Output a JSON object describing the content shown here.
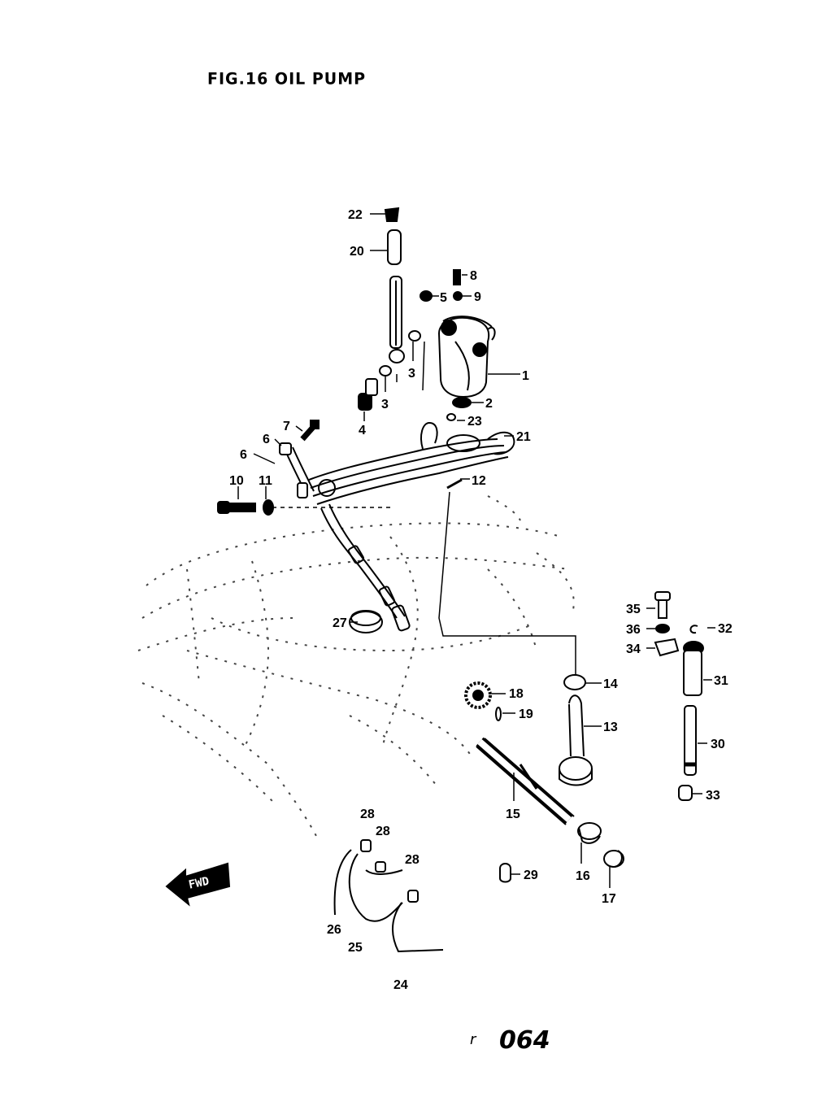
{
  "figure": {
    "title": "FIG.16  OIL PUMP",
    "page_number": "064",
    "page_mark": "r",
    "direction_label": "FWD"
  },
  "callouts": [
    {
      "id": "1",
      "text": "1"
    },
    {
      "id": "2",
      "text": "2"
    },
    {
      "id": "3a",
      "text": "3"
    },
    {
      "id": "3b",
      "text": "3"
    },
    {
      "id": "4",
      "text": "4"
    },
    {
      "id": "5",
      "text": "5"
    },
    {
      "id": "6a",
      "text": "6"
    },
    {
      "id": "6b",
      "text": "6"
    },
    {
      "id": "7",
      "text": "7"
    },
    {
      "id": "8",
      "text": "8"
    },
    {
      "id": "9",
      "text": "9"
    },
    {
      "id": "10",
      "text": "10"
    },
    {
      "id": "11",
      "text": "11"
    },
    {
      "id": "12",
      "text": "12"
    },
    {
      "id": "13",
      "text": "13"
    },
    {
      "id": "14",
      "text": "14"
    },
    {
      "id": "15",
      "text": "15"
    },
    {
      "id": "16",
      "text": "16"
    },
    {
      "id": "17",
      "text": "17"
    },
    {
      "id": "18",
      "text": "18"
    },
    {
      "id": "19",
      "text": "19"
    },
    {
      "id": "20",
      "text": "20"
    },
    {
      "id": "21",
      "text": "21"
    },
    {
      "id": "22",
      "text": "22"
    },
    {
      "id": "23",
      "text": "23"
    },
    {
      "id": "24",
      "text": "24"
    },
    {
      "id": "25",
      "text": "25"
    },
    {
      "id": "26",
      "text": "26"
    },
    {
      "id": "27",
      "text": "27"
    },
    {
      "id": "28a",
      "text": "28"
    },
    {
      "id": "28b",
      "text": "28"
    },
    {
      "id": "28c",
      "text": "28"
    },
    {
      "id": "29",
      "text": "29"
    },
    {
      "id": "30",
      "text": "30"
    },
    {
      "id": "31",
      "text": "31"
    },
    {
      "id": "32",
      "text": "32"
    },
    {
      "id": "33",
      "text": "33"
    },
    {
      "id": "34",
      "text": "34"
    },
    {
      "id": "35",
      "text": "35"
    },
    {
      "id": "36",
      "text": "36"
    }
  ],
  "colors": {
    "ink": "#000000",
    "paper": "#ffffff",
    "faint": "#555555"
  }
}
